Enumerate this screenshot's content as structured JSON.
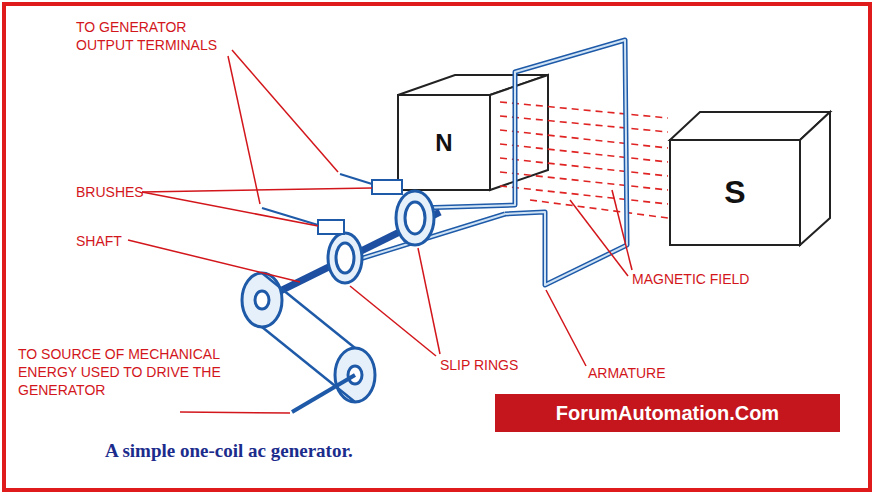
{
  "diagram": {
    "caption": "A simple one-coil ac generator.",
    "nodes": [
      {
        "text": [
          "N"
        ]
      },
      {
        "text": [
          "S"
        ]
      },
      {
        "text": [
          "ForumAutomation.Com"
        ]
      }
    ],
    "labels": [
      "TO GENERATOR OUTPUT TERMINALS",
      "BRUSHES",
      "SHAFT",
      "TO SOURCE OF MECHANICAL ENERGY USED TO DRIVE THE GENERATOR",
      "SLIP RINGS",
      "ARMATURE",
      "MAGNETIC FIELD"
    ]
  }
}
